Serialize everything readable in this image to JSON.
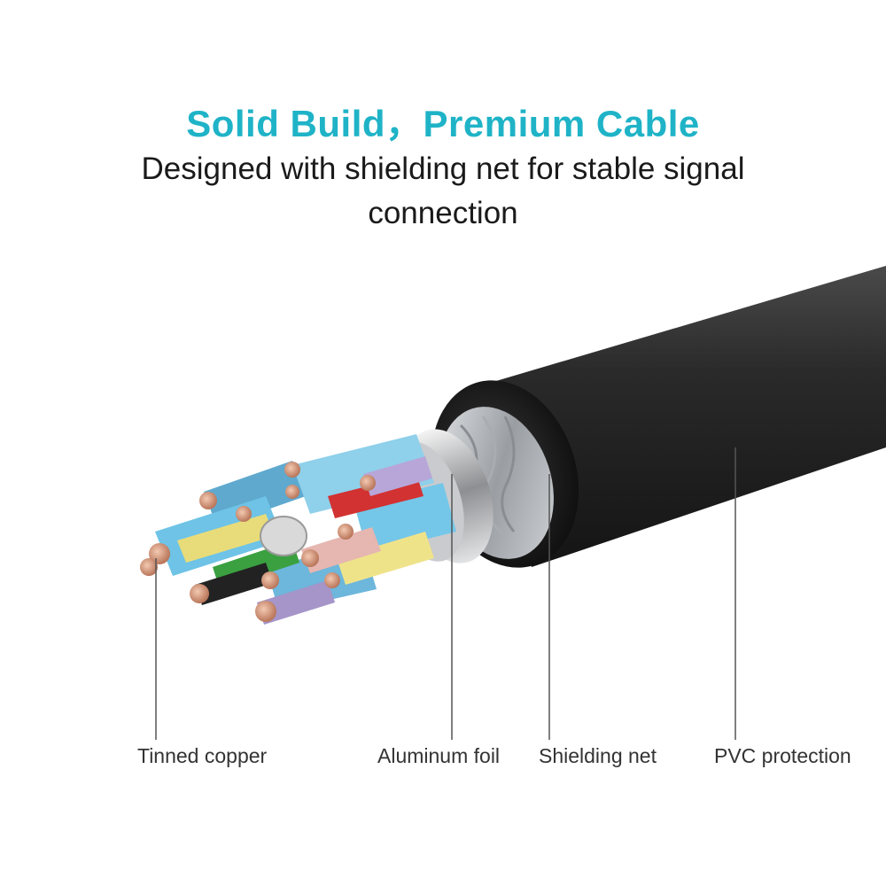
{
  "header": {
    "title": "Solid Build，Premium Cable",
    "subtitle": "Designed with shielding net for stable signal connection"
  },
  "labels": {
    "tinned_copper": "Tinned copper",
    "aluminum_foil": "Aluminum foil",
    "shielding_net": "Shielding net",
    "pvc_protection": "PVC protection"
  },
  "colors": {
    "title": "#1fb3c7",
    "jacket": "#222222",
    "shield": "#b9bcc0",
    "copper": "#d89a7a"
  }
}
